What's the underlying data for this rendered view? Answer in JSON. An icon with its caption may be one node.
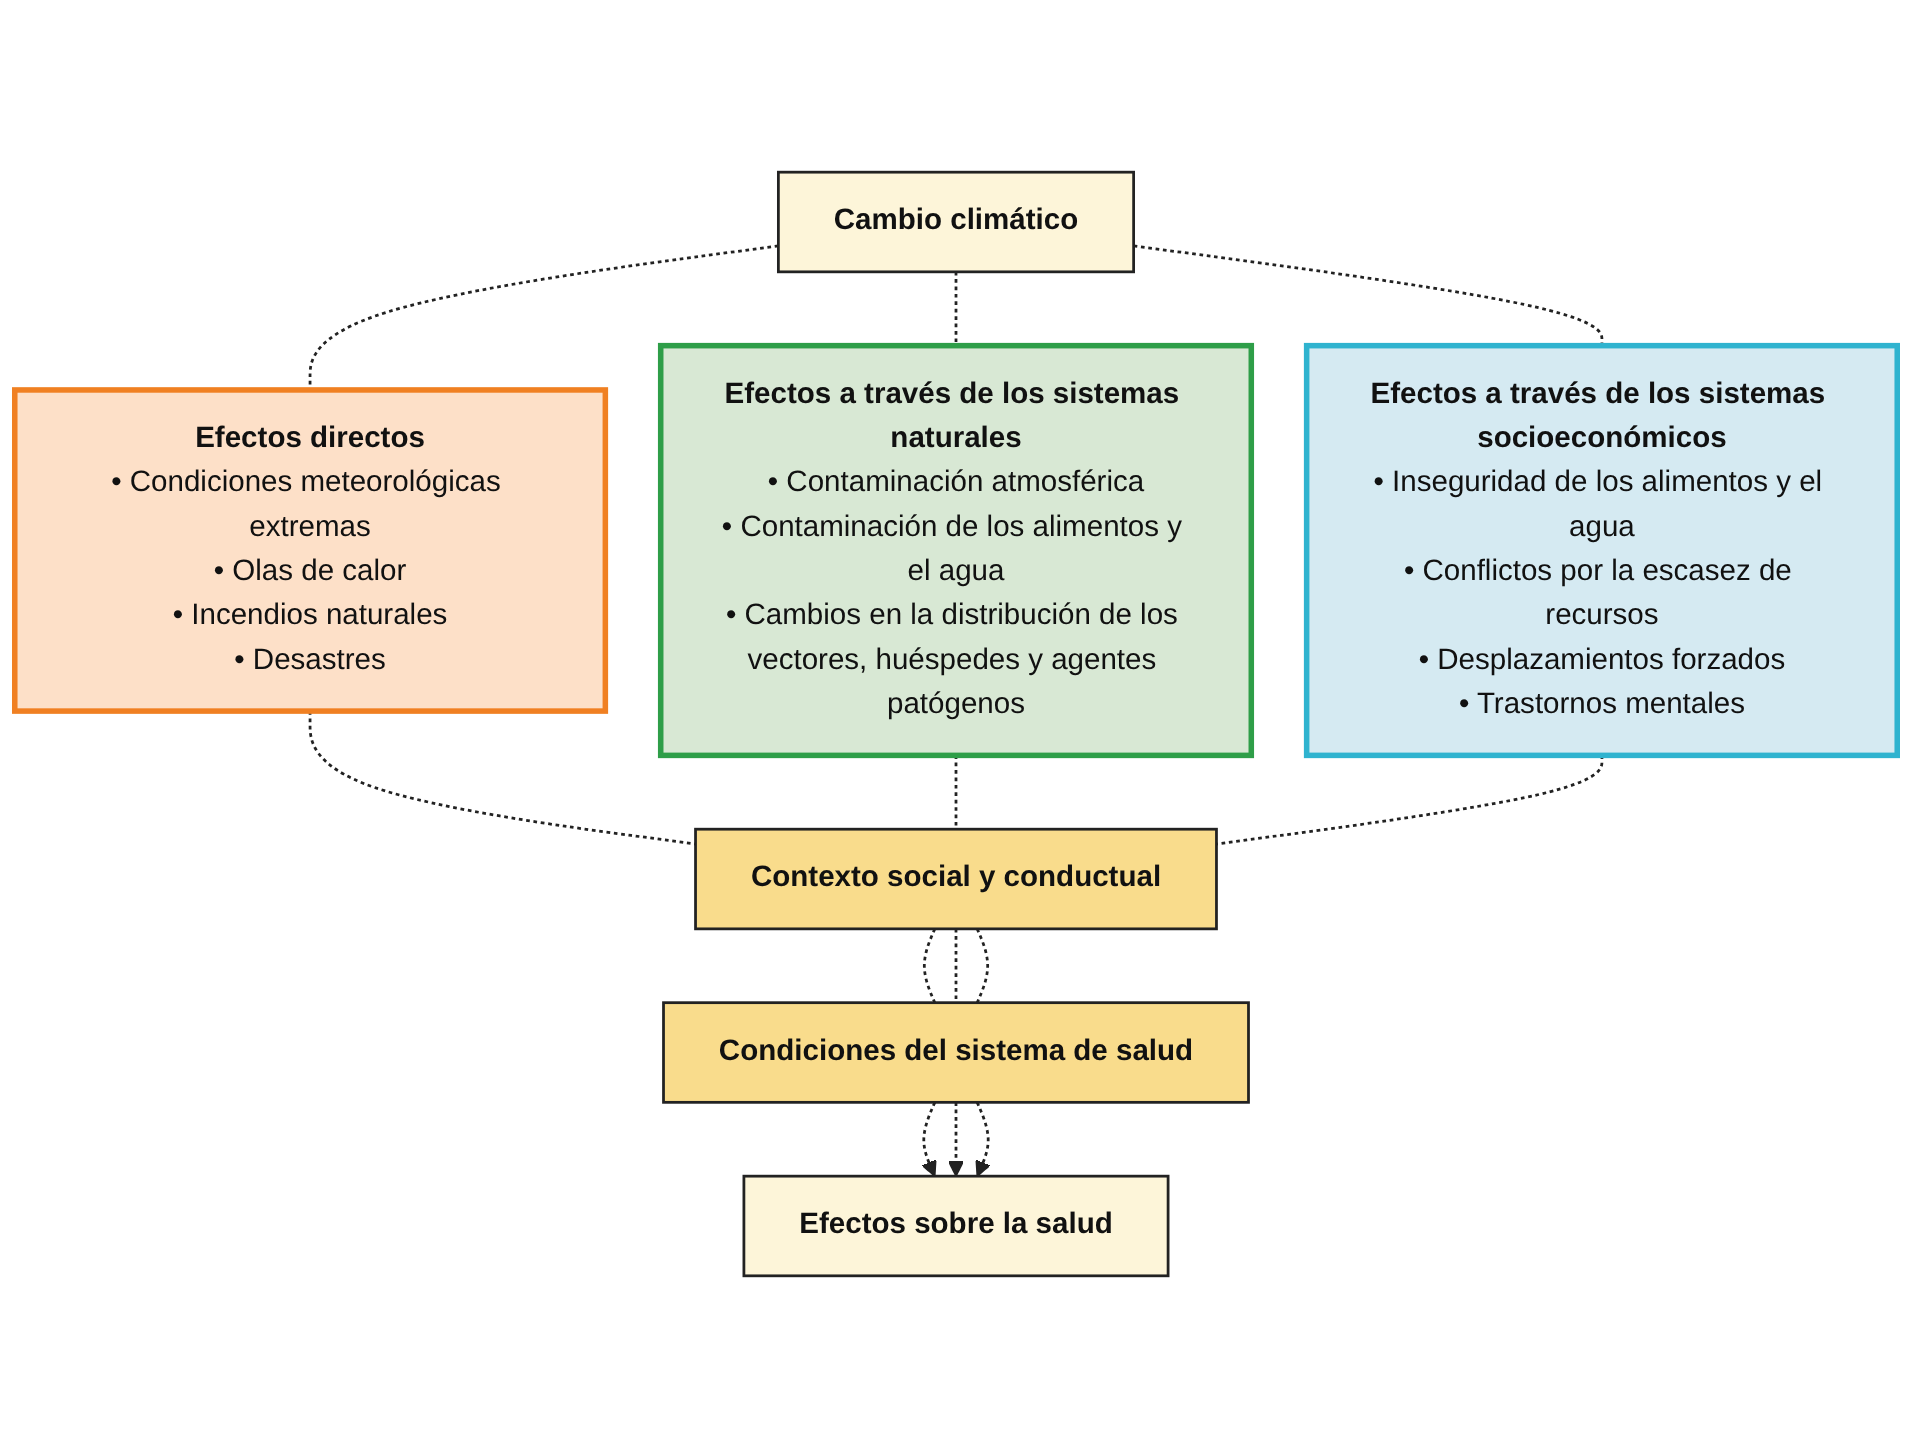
{
  "diagram": {
    "nodes": [
      {
        "text": [
          "Cambio climático"
        ]
      },
      {
        "text": [
          "Efectos directos",
          "• Condiciones meteorológicas extremas",
          "• Olas de calor",
          "• Incendios naturales",
          "• Desastres"
        ]
      },
      {
        "text": [
          "Efectos a través de los sistemas naturales",
          "• Contaminación atmosférica",
          "• Contaminación de los alimentos y el agua",
          "• Cambios en la distribución de los vectores, huéspedes y agentes patógenos"
        ]
      },
      {
        "text": [
          "Efectos a través de los sistemas socioeconómicos",
          "• Inseguridad de los alimentos y el agua",
          "• Conflictos por la escasez de recursos",
          "• Desplazamientos forzados",
          "• Trastornos mentales"
        ]
      },
      {
        "text": [
          "Contexto social y conductual"
        ]
      },
      {
        "text": [
          "Condiciones del sistema de salud"
        ]
      },
      {
        "text": [
          "Efectos sobre la salud"
        ]
      }
    ],
    "edges": [
      {
        "from": 0,
        "to": 1,
        "arrow": "none",
        "style": "dashed"
      },
      {
        "from": 0,
        "to": 2,
        "arrow": "none",
        "style": "dashed"
      },
      {
        "from": 0,
        "to": 3,
        "arrow": "none",
        "style": "dashed"
      },
      {
        "from": 1,
        "to": 4,
        "arrow": "none",
        "style": "dashed"
      },
      {
        "from": 2,
        "to": 4,
        "arrow": "none",
        "style": "dashed"
      },
      {
        "from": 3,
        "to": 4,
        "arrow": "none",
        "style": "dashed"
      },
      {
        "from": 4,
        "to": 5,
        "arrow": "none",
        "style": "dashed"
      },
      {
        "from": 4,
        "to": 5,
        "arrow": "none",
        "style": "dashed"
      },
      {
        "from": 4,
        "to": 5,
        "arrow": "none",
        "style": "dashed"
      },
      {
        "from": 5,
        "to": 6,
        "arrow": "to",
        "style": "dashed"
      },
      {
        "from": 5,
        "to": 6,
        "arrow": "to",
        "style": "dashed"
      },
      {
        "from": 5,
        "to": 6,
        "arrow": "to",
        "style": "dashed"
      }
    ]
  }
}
